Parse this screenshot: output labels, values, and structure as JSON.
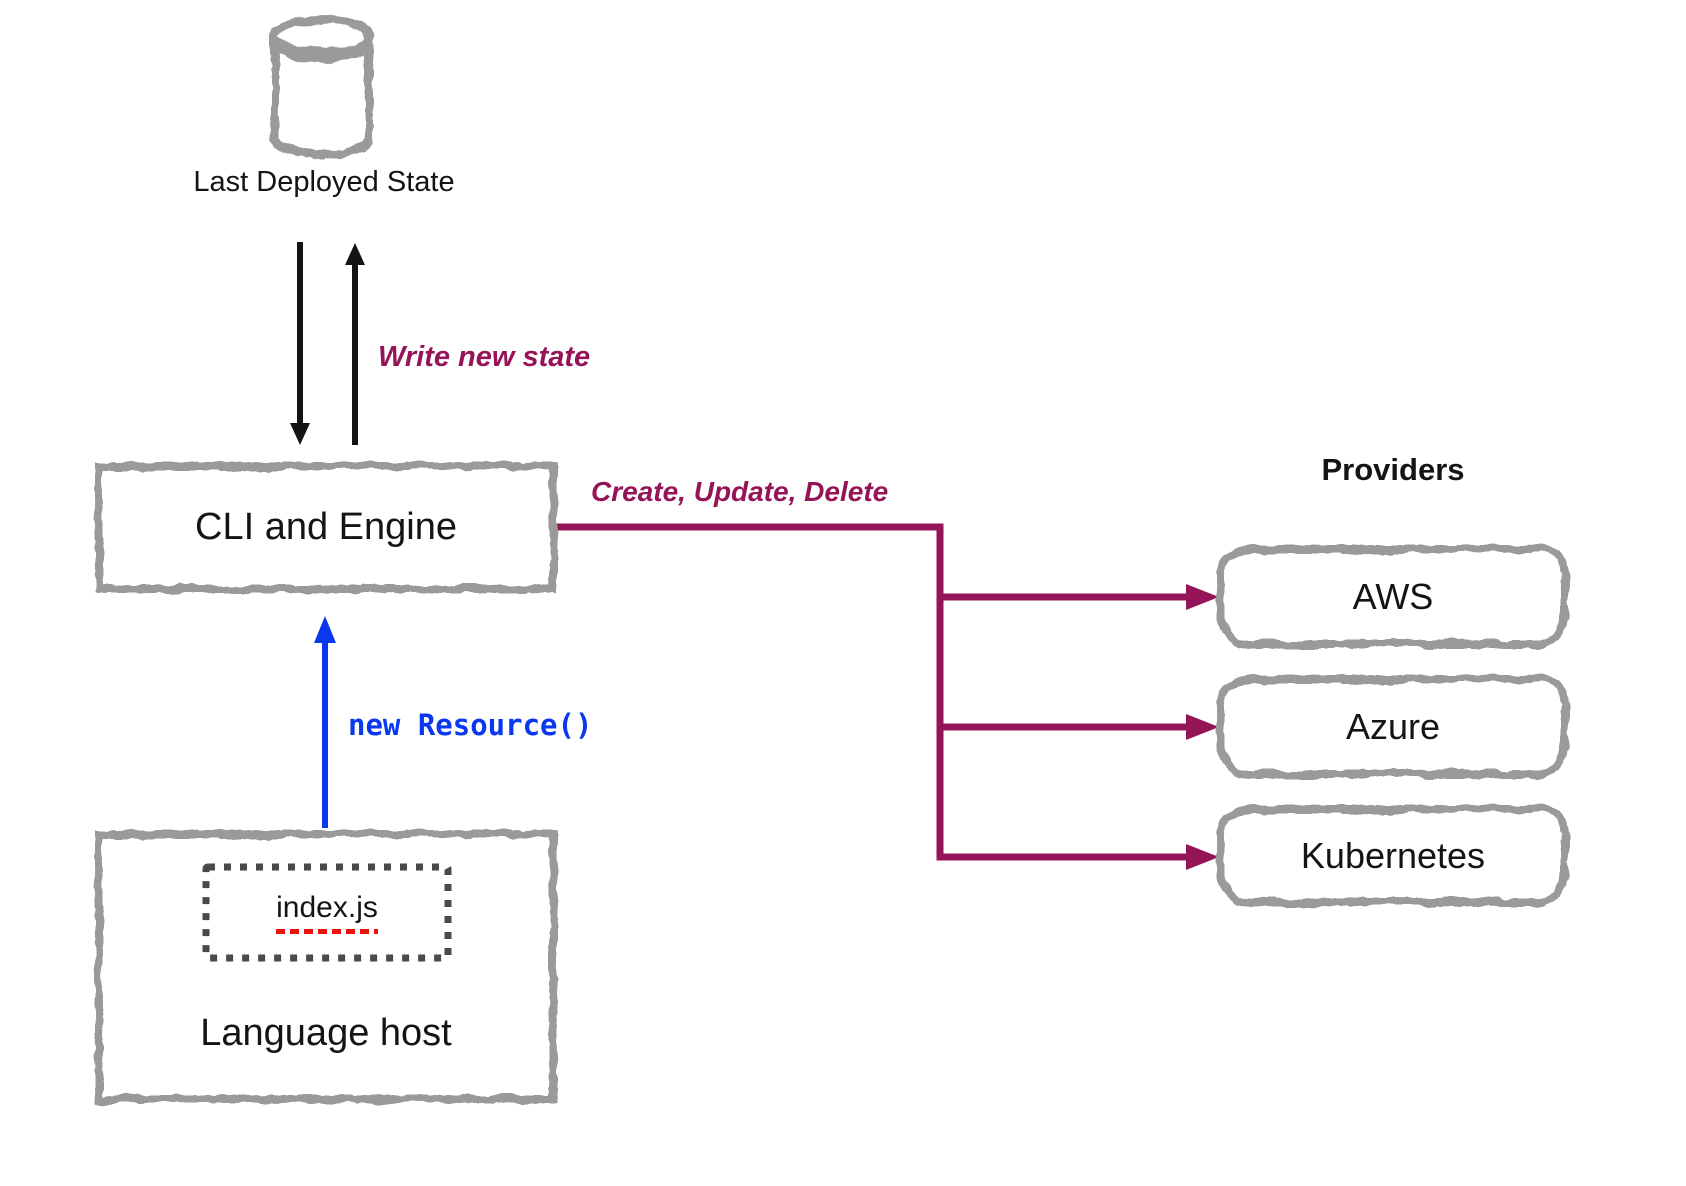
{
  "diagram": {
    "state_store": {
      "label": "Last Deployed State",
      "icon": "database-cylinder-icon"
    },
    "engine": {
      "label": "CLI and Engine"
    },
    "language_host": {
      "label": "Language host",
      "file_label": "index.js"
    },
    "providers": {
      "title": "Providers",
      "items": [
        {
          "label": "AWS"
        },
        {
          "label": "Azure"
        },
        {
          "label": "Kubernetes"
        }
      ]
    },
    "edges": {
      "write_state": {
        "label": "Write new state"
      },
      "crud": {
        "label": "Create, Update, Delete"
      },
      "new_resource": {
        "label": "new Resource()"
      }
    },
    "colors": {
      "maroon": "#951457",
      "blue": "#0a37f0",
      "sketch_gray": "#9a9a9a",
      "dotted_gray": "#4a4a4a",
      "red_underline": "#e8130c",
      "ink": "#141414"
    }
  }
}
